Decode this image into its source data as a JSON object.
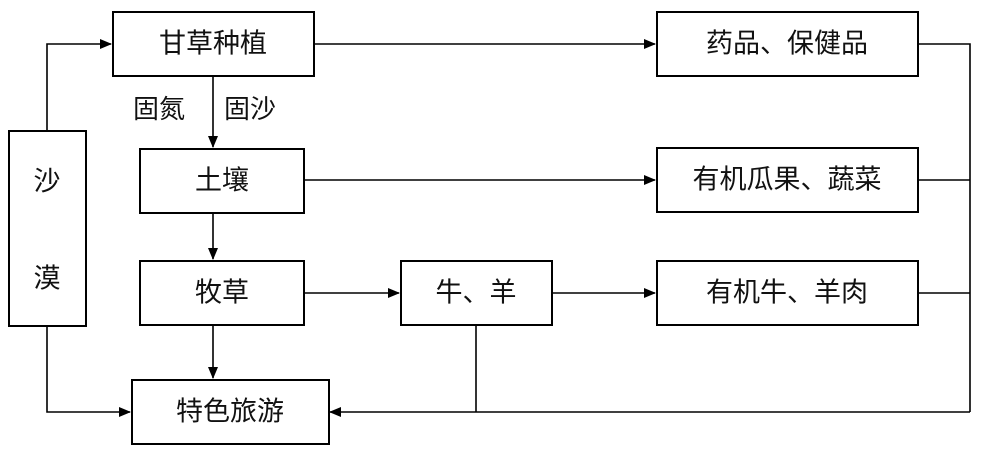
{
  "nodes": {
    "desert": {
      "chars": [
        "沙",
        "漠"
      ]
    },
    "licorice": {
      "label": "甘草种植"
    },
    "soil": {
      "label": "土壤"
    },
    "forage": {
      "label": "牧草"
    },
    "cattle_sheep": {
      "label": "牛、羊"
    },
    "tourism": {
      "label": "特色旅游"
    },
    "medicine": {
      "label": "药品、保健品"
    },
    "organic_produce": {
      "label": "有机瓜果、蔬菜"
    },
    "organic_meat": {
      "label": "有机牛、羊肉"
    }
  },
  "edge_labels": {
    "nitrogen_fixing": "固氮",
    "sand_fixing": "固沙"
  }
}
